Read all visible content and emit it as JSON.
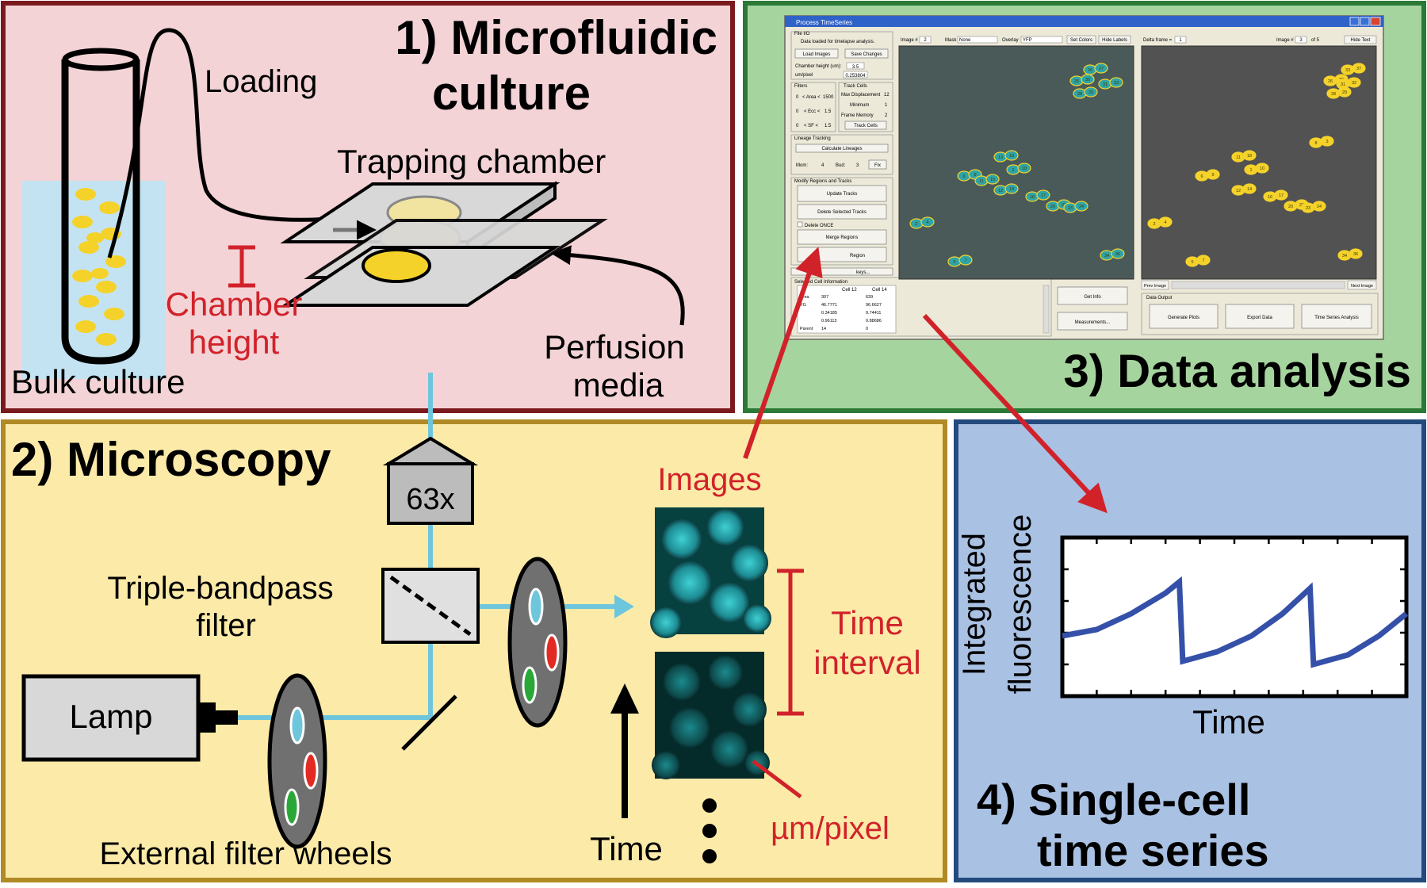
{
  "colors": {
    "panel1_fill": "#f3d3d6",
    "panel1_border": "#7a1a1e",
    "panel2_fill": "#fbeaa8",
    "panel2_border": "#b08a25",
    "panel3_fill": "#a6d49e",
    "panel3_border": "#2a7a35",
    "panel4_fill": "#a9c1e3",
    "panel4_border": "#234a7d",
    "red_text": "#d1222a",
    "light_path": "#6ec6dc",
    "yellow_cell": "#f5d22a",
    "plot_line": "#3550a8"
  },
  "panel1": {
    "title_line1": "1) Microfluidic",
    "title_line2": "culture",
    "loading": "Loading",
    "trapping_chamber": "Trapping chamber",
    "chamber_height_1": "Chamber",
    "chamber_height_2": "height",
    "perfusion_1": "Perfusion",
    "perfusion_2": "media",
    "bulk_culture": "Bulk culture"
  },
  "panel2": {
    "title": "2) Microscopy",
    "objective": "63x",
    "filter_1": "Triple-bandpass",
    "filter_2": "filter",
    "lamp": "Lamp",
    "filter_wheels": "External filter wheels",
    "images": "Images",
    "time_interval_1": "Time",
    "time_interval_2": "interval",
    "time": "Time",
    "um_pixel": "µm/pixel"
  },
  "panel3": {
    "title": "3) Data analysis",
    "window_title": "Process TimeSeries",
    "file_io": "File I/O",
    "data_loaded": "Data loaded for timelapse analysis.",
    "load_images": "Load Images",
    "save_changes": "Save Changes",
    "chamber_height_label": "Chamber height (um):",
    "chamber_height_value": "3.5",
    "um_pixel_label": "um/pixel",
    "um_pixel_value": "0.253804",
    "filters": "Filters",
    "area_lo": "0",
    "area_label": "< Area <",
    "area_hi": "1500",
    "ecc_lo": "0",
    "ecc_label": "< Ecc <",
    "ecc_hi": "1.5",
    "sf_lo": "0",
    "sf_label": "< SF <",
    "sf_hi": "1.5",
    "track_cells_group": "Track Cells",
    "max_disp_label": "Max Displacement",
    "max_disp_value": "12",
    "minimum_label": "Minimum",
    "minimum_value": "1",
    "frame_mem_label": "Frame Memory",
    "frame_mem_value": "2",
    "track_cells_button": "Track Cells",
    "lineage": "Lineage Tracking",
    "calc_lineages": "Calculate Lineages",
    "mom_label": "Mom:",
    "mom_value": "4",
    "bud_label": "Bud:",
    "bud_value": "3",
    "fix": "Fix",
    "modify": "Modify Regions and Tracks",
    "update_tracks": "Update Tracks",
    "delete_selected": "Delete Selected Tracks",
    "delete_once": "Delete ONCE",
    "merge_regions": "Merge Regions",
    "region": "Region",
    "keys": "keys...",
    "selected_cells": "Selected Cell Information",
    "col1": "Cell 12",
    "col2": "Cell 14",
    "rows": [
      {
        "label": "Area",
        "c1": "307",
        "c2": "639"
      },
      {
        "label": "YG",
        "c1": "46.7771",
        "c2": "96.6627"
      },
      {
        "label": "",
        "c1": "0.34185",
        "c2": "0.74411"
      },
      {
        "label": "",
        "c1": "0.96113",
        "c2": "0.88686"
      },
      {
        "label": "Parent",
        "c1": "14",
        "c2": "0"
      }
    ],
    "get_info": "Get Info",
    "measurements": "Measurements...",
    "image_num_label": "Image #",
    "image_num_value": "2",
    "mask_label": "Mask",
    "mask_value": "None",
    "overlay_label": "Overlay",
    "overlay_value": "YFP",
    "set_colors": "Set Colors",
    "hide_labels": "Hide Labels",
    "delta_frame_label": "Delta frame =",
    "delta_frame_value": "1",
    "image2_label": "Image #",
    "image2_value": "3",
    "of_label": "of 5",
    "hide_text": "Hide Text",
    "prev_image": "Prev Image",
    "next_image": "Next Image",
    "data_output": "Data Output",
    "generate_plots": "Generate Plots",
    "export_data": "Export Data",
    "ts_analysis": "Time Series Analysis",
    "left_cells": [
      {
        "a": "26",
        "b": "27"
      },
      {
        "a": "26",
        "b": "30"
      },
      {
        "a": "28",
        "b": "29"
      },
      {
        "a": "31",
        "b": "33"
      },
      {
        "a": "13",
        "b": "19"
      },
      {
        "a": "1",
        "b": "10"
      },
      {
        "a": "6",
        "b": "9"
      },
      {
        "a": "11",
        "b": "15"
      },
      {
        "a": "12",
        "b": "14"
      },
      {
        "a": "16",
        "b": "17"
      },
      {
        "a": "20",
        "b": "21"
      },
      {
        "a": "23",
        "b": "24"
      },
      {
        "a": "2",
        "b": "4"
      },
      {
        "a": "34",
        "b": "36"
      },
      {
        "a": "5",
        "b": "7"
      }
    ],
    "right_cells": [
      {
        "a": "33",
        "b": "37"
      },
      {
        "a": "26",
        "b": "30"
      },
      {
        "a": "28",
        "b": "29"
      },
      {
        "a": "31",
        "b": "32"
      },
      {
        "a": "11",
        "b": "18"
      },
      {
        "a": "1",
        "b": "10"
      },
      {
        "a": "6",
        "b": "9"
      },
      {
        "a": "12",
        "b": "14"
      },
      {
        "a": "16",
        "b": "17"
      },
      {
        "a": "20",
        "b": "21"
      },
      {
        "a": "23",
        "b": "24"
      },
      {
        "a": "2",
        "b": "4"
      },
      {
        "a": "34",
        "b": "36"
      },
      {
        "a": "5",
        "b": "7"
      },
      {
        "a": "8",
        "b": "3"
      }
    ]
  },
  "panel4": {
    "title_line1": "4) Single-cell",
    "title_line2": "time series",
    "ylabel_1": "Integrated",
    "ylabel_2": "fluorescence",
    "xlabel": "Time"
  },
  "chart_data": {
    "type": "line",
    "xlabel": "Time",
    "ylabel": "Integrated fluorescence",
    "grid": false,
    "series": [
      {
        "values": [
          {
            "x": 0.0,
            "y": 0.38
          },
          {
            "x": 0.1,
            "y": 0.42
          },
          {
            "x": 0.2,
            "y": 0.52
          },
          {
            "x": 0.3,
            "y": 0.65
          },
          {
            "x": 0.34,
            "y": 0.72
          },
          {
            "x": 0.35,
            "y": 0.22
          },
          {
            "x": 0.45,
            "y": 0.28
          },
          {
            "x": 0.55,
            "y": 0.38
          },
          {
            "x": 0.64,
            "y": 0.52
          },
          {
            "x": 0.72,
            "y": 0.68
          },
          {
            "x": 0.73,
            "y": 0.2
          },
          {
            "x": 0.83,
            "y": 0.26
          },
          {
            "x": 0.92,
            "y": 0.38
          },
          {
            "x": 1.0,
            "y": 0.52
          }
        ]
      }
    ]
  }
}
